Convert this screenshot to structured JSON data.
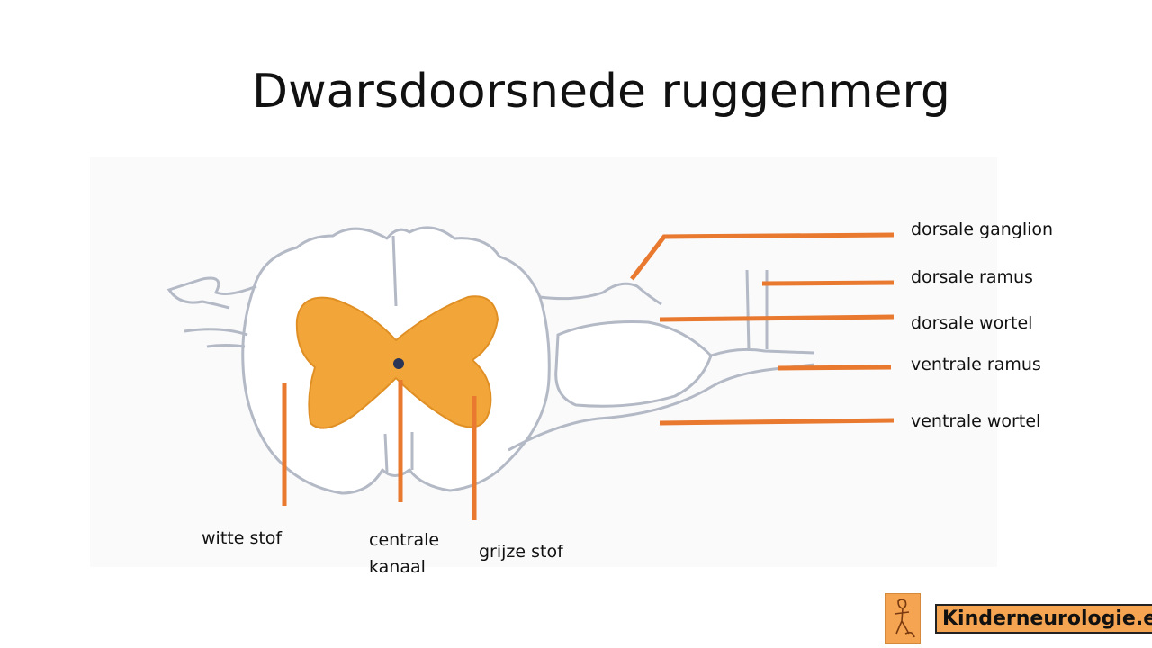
{
  "title": "Dwarsdoorsnede ruggenmerg",
  "labels": {
    "dorsale_ganglion": "dorsale ganglion",
    "dorsale_ramus": "dorsale ramus",
    "dorsale_wortel": "dorsale wortel",
    "ventrale_ramus": "ventrale ramus",
    "ventrale_wortel": "ventrale wortel",
    "witte_stof": "witte stof",
    "centrale_kanaal_1": "centrale",
    "centrale_kanaal_2": "kanaal",
    "grijze_stof": "grijze stof"
  },
  "logo": {
    "text": "Kinderneurologie.eu"
  },
  "colors": {
    "pointer": "#e8792f",
    "grey_matter": "#f2a63a",
    "outline": "#b4b9c6",
    "canal": "#2b3557"
  }
}
